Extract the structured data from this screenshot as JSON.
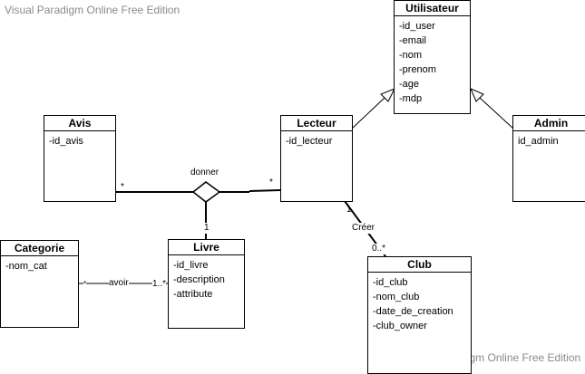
{
  "watermark_top": "Visual Paradigm Online Free Edition",
  "watermark_bottom": "Visual Paradigm Online Free Edition",
  "classes": {
    "utilisateur": {
      "name": "Utilisateur",
      "attrs": [
        "-id_user",
        "-email",
        "-nom",
        "-prenom",
        "-age",
        "-mdp"
      ]
    },
    "avis": {
      "name": "Avis",
      "attrs": [
        "-id_avis"
      ]
    },
    "lecteur": {
      "name": "Lecteur",
      "attrs": [
        "-id_lecteur"
      ]
    },
    "admin": {
      "name": "Admin",
      "attrs": [
        "id_admin"
      ]
    },
    "categorie": {
      "name": "Categorie",
      "attrs": [
        "-nom_cat"
      ]
    },
    "livre": {
      "name": "Livre",
      "attrs": [
        "-id_livre",
        "-description",
        "-attribute"
      ]
    },
    "club": {
      "name": "Club",
      "attrs": [
        "-id_club",
        "-nom_club",
        "-date_de_creation",
        "-club_owner"
      ]
    }
  },
  "relations": {
    "donner": {
      "label": "donner",
      "avis_mult": "*",
      "lecteur_mult": "*",
      "livre_mult": "1"
    },
    "avoir": {
      "label": "avoir",
      "categorie_mult": "*",
      "livre_mult": "1..*"
    },
    "creer": {
      "label": "Créer",
      "lecteur_mult": "1",
      "club_mult": "0..*"
    }
  }
}
